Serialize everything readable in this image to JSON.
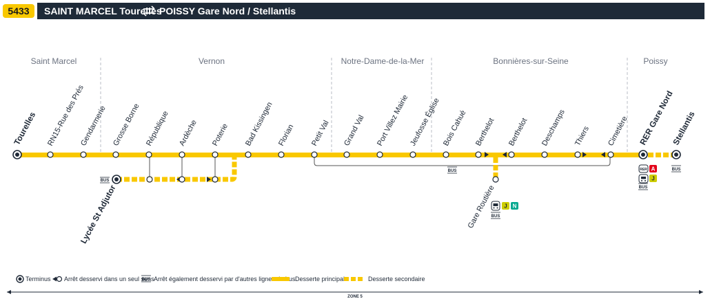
{
  "route": {
    "number": "5433",
    "from": "SAINT MARCEL Tourelles",
    "to": "POISSY Gare Nord / Stellantis"
  },
  "zones": [
    "Saint Marcel",
    "Vernon",
    "Notre-Dame-de-la-Mer",
    "Bonnières-sur-Seine",
    "Poissy"
  ],
  "stops": [
    {
      "name": "Tourelles",
      "type": "terminus"
    },
    {
      "name": "RN15-Rue des Prés",
      "type": "stop"
    },
    {
      "name": "Gendarmerie",
      "type": "stop"
    },
    {
      "name": "Grosse Borne",
      "type": "stop"
    },
    {
      "name": "République",
      "type": "stop"
    },
    {
      "name": "Ardèche",
      "type": "stop"
    },
    {
      "name": "Poterie",
      "type": "stop"
    },
    {
      "name": "Bad Kissingen",
      "type": "stop"
    },
    {
      "name": "Florian",
      "type": "stop"
    },
    {
      "name": "Petit Val",
      "type": "stop"
    },
    {
      "name": "Grand Val",
      "type": "stop"
    },
    {
      "name": "Port Villez Mairie",
      "type": "stop"
    },
    {
      "name": "Jeufosse Église",
      "type": "stop"
    },
    {
      "name": "Bois Cahué",
      "type": "stop"
    },
    {
      "name": "Berthelot",
      "type": "one-way"
    },
    {
      "name": "Berthelot",
      "type": "one-way"
    },
    {
      "name": "Deschamps",
      "type": "stop"
    },
    {
      "name": "Thiers",
      "type": "stop"
    },
    {
      "name": "Cimetière",
      "type": "stop"
    },
    {
      "name": "RER Gare Nord",
      "type": "terminus"
    },
    {
      "name": "Stellantis",
      "type": "terminus"
    }
  ],
  "branch_stops": [
    {
      "name": "Lycée St Adjutor",
      "type": "terminus"
    },
    {
      "name": "Gare Routière",
      "type": "stop"
    }
  ],
  "connections": {
    "rer_lines": [
      "A"
    ],
    "train_lines": [
      "J",
      "N"
    ],
    "bus_label": "BUS",
    "rer_label": "RER"
  },
  "legend": {
    "terminus": "Terminus",
    "one_way": "Arrêt desservi dans un seul sens",
    "other_bus": "Arrêt également desservi par d'autres lignes de bus",
    "main_service": "Desserte principale",
    "secondary_service": "Desserte secondaire",
    "bus_badge": "BUS"
  },
  "fare_zone": "ZONE 5",
  "colors": {
    "line": "#f9c800",
    "title_bg": "#1e2a38",
    "rer_a": "#e3051b",
    "train_j": "#cdcd00",
    "train_n": "#00a88f"
  }
}
